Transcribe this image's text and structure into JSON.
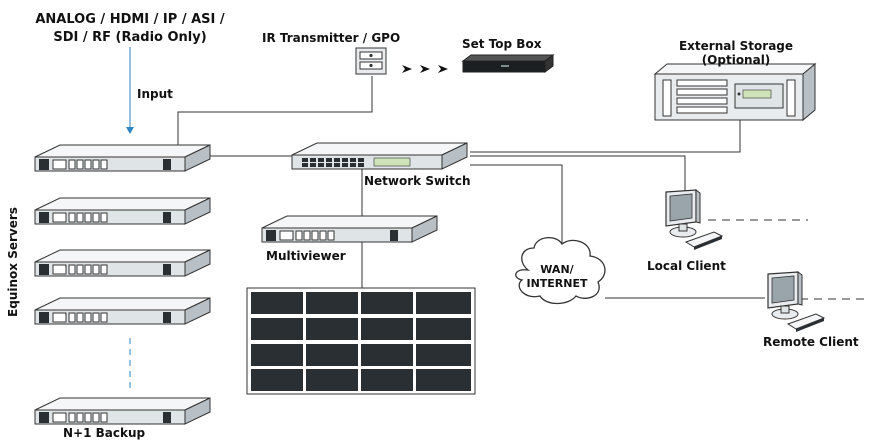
{
  "labels": {
    "input_line1": "ANALOG / HDMI / IP / ASI /",
    "input_line2": "SDI / RF (Radio Only)",
    "input": "Input",
    "ir_transmitter": "IR Transmitter /  GPO",
    "set_top_box": "Set Top Box",
    "external_storage_line1": "External Storage",
    "external_storage_line2": "(Optional)",
    "network_switch": "Network Switch",
    "multiviewer": "Multiviewer",
    "wan_line1": "WAN/",
    "wan_line2": "INTERNET",
    "local_client": "Local Client",
    "remote_client": "Remote Client",
    "equinox_servers": "Equinox Servers",
    "backup": "N+1 Backup"
  },
  "icons": {
    "server": "rack-server-icon",
    "switch": "network-switch-icon",
    "storage": "storage-rack-icon",
    "settop": "set-top-box-icon",
    "ir": "ir-transmitter-icon",
    "client": "desktop-computer-icon",
    "cloud": "cloud-icon",
    "videowall": "video-wall-icon"
  },
  "colors": {
    "line": "#333333",
    "input_arrow": "#2e86c1",
    "device_light": "#e8ecef",
    "device_dark": "#2a2f33"
  }
}
